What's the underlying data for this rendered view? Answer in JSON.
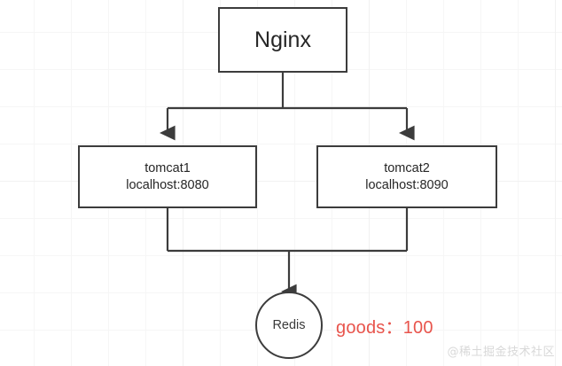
{
  "diagram": {
    "title": "nginx-load-balance-redis-topology",
    "stroke_color": "#3c3c3c",
    "grid_color": "#f1f1f1",
    "background": "#ffffff",
    "nodes": {
      "nginx": {
        "label": "Nginx"
      },
      "tomcat1": {
        "name": "tomcat1",
        "address": "localhost:8080"
      },
      "tomcat2": {
        "name": "tomcat2",
        "address": "localhost:8090"
      },
      "redis": {
        "label": "Redis"
      }
    },
    "annotations": {
      "goods": {
        "text": "goods：100",
        "color": "#e8544c"
      }
    },
    "watermark": {
      "text": "@稀土掘金技术社区",
      "color": "#d8d8d8"
    }
  }
}
